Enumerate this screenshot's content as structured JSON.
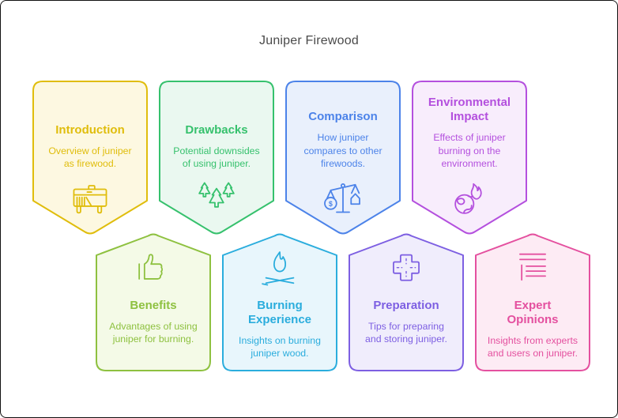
{
  "main_title": "Juniper Firewood",
  "cards": [
    {
      "title": "Introduction",
      "description": "Overview of juniper as firewood.",
      "description_lines": [
        "Overview of juniper",
        "as firewood."
      ],
      "accent": "#e0bd0c",
      "fill": "#fdf8e1",
      "icon": "firewood-storage-icon"
    },
    {
      "title": "Drawbacks",
      "description": "Potential downsides of using juniper.",
      "description_lines": [
        "Potential downsides",
        "of using juniper."
      ],
      "accent": "#36c16d",
      "fill": "#eaf8f0",
      "icon": "pine-trees-icon"
    },
    {
      "title": "Comparison",
      "description": "How juniper compares to other firewoods.",
      "description_lines": [
        "How juniper",
        "compares to other",
        "firewoods."
      ],
      "accent": "#4c83e9",
      "fill": "#e9f0fc",
      "icon": "balance-scale-icon",
      "icon_symbol": "$"
    },
    {
      "title": "Environmental Impact",
      "description": "Effects of juniper burning on the environment.",
      "description_lines": [
        "Effects of juniper",
        "burning on the",
        "environment."
      ],
      "accent": "#b450de",
      "fill": "#f8edfc",
      "icon": "earth-flame-icon"
    },
    {
      "title": "Benefits",
      "description": "Advantages of using juniper for burning.",
      "description_lines": [
        "Advantages of using",
        "juniper for burning."
      ],
      "accent": "#8ec140",
      "fill": "#f4fae7",
      "icon": "thumbs-up-icon"
    },
    {
      "title": "Burning Experience",
      "description": "Insights on burning juniper wood.",
      "description_lines": [
        "Insights on burning",
        "juniper wood."
      ],
      "accent": "#2baddd",
      "fill": "#e8f6fc",
      "icon": "campfire-icon"
    },
    {
      "title": "Preparation",
      "description": "Tips for preparing and storing juniper.",
      "description_lines": [
        "Tips for preparing",
        "and storing juniper."
      ],
      "accent": "#7d5fe2",
      "fill": "#f0edfc",
      "icon": "bandage-cross-icon"
    },
    {
      "title": "Expert Opinions",
      "description": "Insights from experts and users on juniper.",
      "description_lines": [
        "Insights from experts",
        "and users on juniper."
      ],
      "accent": "#e4509f",
      "fill": "#fdebf4",
      "icon": "document-lines-icon"
    }
  ]
}
